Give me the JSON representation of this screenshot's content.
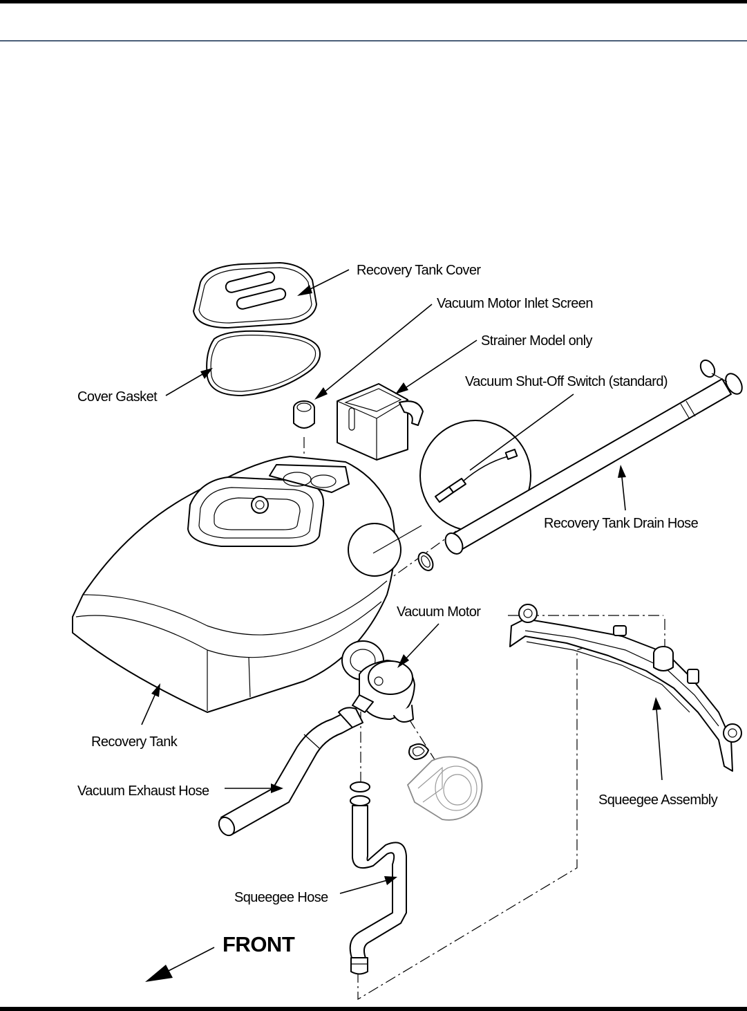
{
  "labels": {
    "recovery_tank_cover": "Recovery Tank Cover",
    "vacuum_motor_inlet_screen": "Vacuum Motor Inlet Screen",
    "strainer_model_only": "Strainer Model only",
    "vacuum_shutoff_switch": "Vacuum Shut-Off Switch (standard)",
    "cover_gasket": "Cover Gasket",
    "recovery_tank_drain_hose": "Recovery Tank Drain Hose",
    "vacuum_motor": "Vacuum Motor",
    "recovery_tank": "Recovery Tank",
    "vacuum_exhaust_hose": "Vacuum Exhaust Hose",
    "squeegee_assembly": "Squeegee Assembly",
    "squeegee_hose": "Squeegee Hose",
    "front": "FRONT"
  }
}
